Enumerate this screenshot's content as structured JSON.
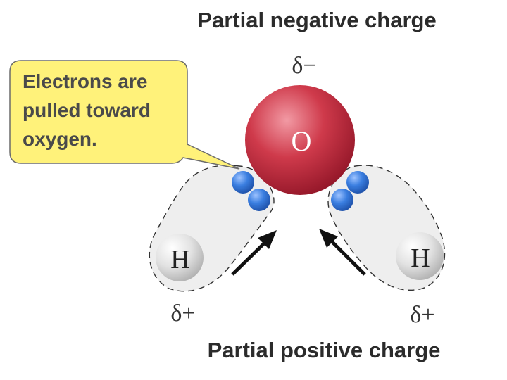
{
  "title_top": "Partial negative charge",
  "title_bottom": "Partial positive charge",
  "callout": {
    "lines": [
      "Electrons are",
      "pulled toward",
      "oxygen."
    ]
  },
  "atoms": {
    "oxygen": "O",
    "hydrogen_left": "H",
    "hydrogen_right": "H"
  },
  "charges": {
    "oxygen": "δ−",
    "hydrogen_left": "δ+",
    "hydrogen_right": "δ+"
  },
  "colors": {
    "callout_fill": "#fff27a",
    "oxygen": "#c4283c",
    "electron": "#2f6fd1",
    "hydrogen": "#d8d8d8",
    "cloud": "#f1f1f1",
    "text": "#222222"
  }
}
